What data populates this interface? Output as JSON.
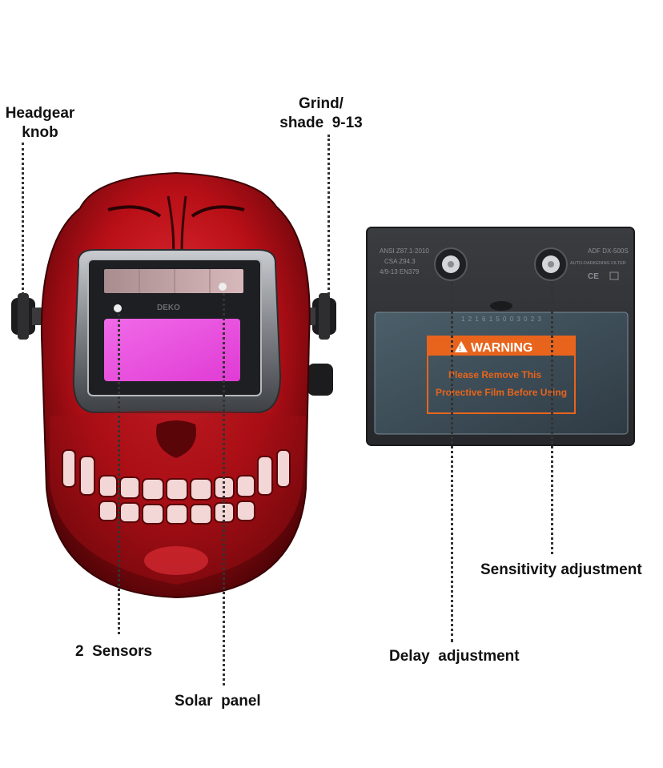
{
  "labels": {
    "headgear_knob": "Headgear\nknob",
    "grind_shade": "Grind/\nshade  9-13",
    "two_sensors": "2  Sensors",
    "solar_panel": "Solar  panel",
    "sensitivity": "Sensitivity adjustment",
    "delay": "Delay  adjustment"
  },
  "helmet": {
    "brand": "DEKO",
    "colors": {
      "shell": "#c2121a",
      "shell_dark": "#5a0508",
      "frame": "#9a9ea3",
      "lens": "#f04be0"
    }
  },
  "cartridge": {
    "standards": [
      "ANSI Z87.1-2010",
      "CSA Z94.3",
      "4/9-13 EN379"
    ],
    "model": "ADF DX-500S",
    "subtitle": "AUTO-DARKENING FILTER",
    "marks": "CE",
    "serial": "1 2 1 6 1 5 0 0 3 0 2 3",
    "warning_title": "WARNING",
    "warning_line1": "Please Remove This",
    "warning_line2": "Protective Film Before Using",
    "colors": {
      "body": "#2b2d30",
      "warning": "#e8641c"
    }
  }
}
